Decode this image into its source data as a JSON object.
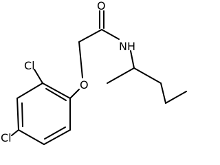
{
  "molecule": {
    "atoms": {
      "oxygen_carbonyl": "O",
      "nitrogen": "N",
      "hydrogen": "H",
      "oxygen_ether": "O",
      "chlorine_ortho": "Cl",
      "chlorine_para": "Cl"
    },
    "colors": {
      "bond": "#000000",
      "label": "#000000",
      "background": "#ffffff"
    }
  }
}
